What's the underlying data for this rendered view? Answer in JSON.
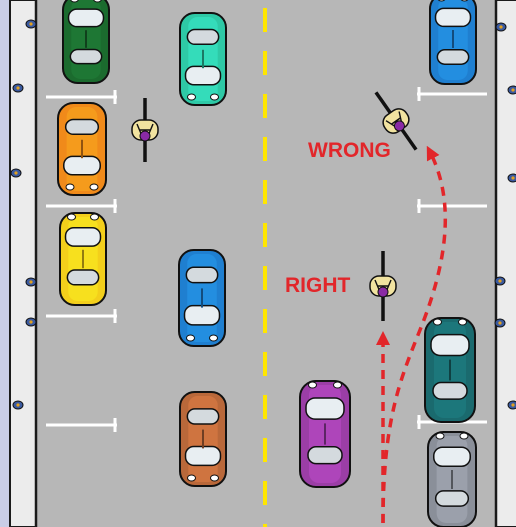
{
  "labels": {
    "wrong": "WRONG",
    "right": "RIGHT"
  },
  "colors": {
    "frame": "#c9cde6",
    "road": "#b7b7b7",
    "sidewalk": "#ececec",
    "center_line": "#ffe600",
    "parking_lines": "#ffffff",
    "label_red": "#e2262a",
    "path_red": "#e2262a",
    "meter": "#3a5aa0",
    "meter_cap": "#e0a020"
  },
  "cars": [
    {
      "id": "car-parked-left-green",
      "color": "#1b6b2e",
      "facing": "up"
    },
    {
      "id": "car-parked-left-orange",
      "color": "#f08a1a",
      "facing": "down"
    },
    {
      "id": "car-parked-left-yellow",
      "color": "#f3cf1b",
      "facing": "up"
    },
    {
      "id": "car-lane-teal",
      "color": "#2ec9a6",
      "facing": "down"
    },
    {
      "id": "car-lane-blue",
      "color": "#1f7fd0",
      "facing": "down"
    },
    {
      "id": "car-lane-brown",
      "color": "#b9683a",
      "facing": "down"
    },
    {
      "id": "car-lane-purple",
      "color": "#9b3ea6",
      "facing": "up"
    },
    {
      "id": "car-parked-right-blue",
      "color": "#1f7fd0",
      "facing": "up"
    },
    {
      "id": "car-parked-right-green",
      "color": "#1a6a6e",
      "facing": "up"
    },
    {
      "id": "car-parked-right-grey",
      "color": "#8a8f99",
      "facing": "up"
    }
  ],
  "bicycles": [
    {
      "id": "cyclist-left",
      "facing": "down"
    },
    {
      "id": "cyclist-wrong",
      "facing": "up"
    },
    {
      "id": "cyclist-right",
      "facing": "up"
    }
  ],
  "icons": [
    "parking-meter-icon",
    "bicycle-icon",
    "car-icon",
    "dashed-arrow-icon"
  ]
}
